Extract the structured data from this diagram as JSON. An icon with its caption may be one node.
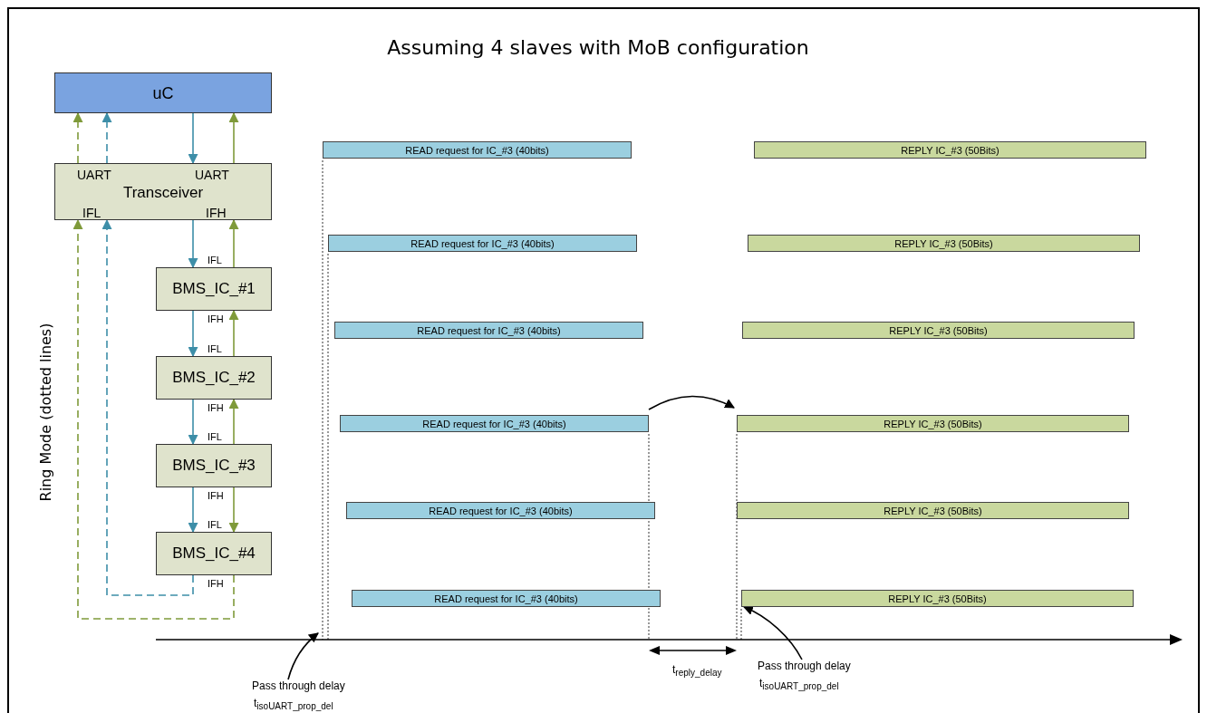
{
  "diagram": {
    "title": "Assuming 4 slaves with MoB configuration",
    "nodes": [
      {
        "text": [
          "uC"
        ]
      },
      {
        "text": [
          "UART",
          "UART",
          "Transceiver",
          "IFL",
          "IFH"
        ]
      },
      {
        "text": [
          "BMS_IC_#1"
        ],
        "beside": [
          "IFL",
          "IFH"
        ]
      },
      {
        "text": [
          "BMS_IC_#2"
        ],
        "beside": [
          "IFL",
          "IFH"
        ]
      },
      {
        "text": [
          "BMS_IC_#3"
        ],
        "beside": [
          "IFL",
          "IFH"
        ]
      },
      {
        "text": [
          "BMS_IC_#4"
        ],
        "beside": [
          "IFL",
          "IFH"
        ]
      },
      {
        "text": [
          "READ request for IC_#3 (40bits)"
        ]
      },
      {
        "text": [
          "READ request for IC_#3 (40bits)"
        ]
      },
      {
        "text": [
          "READ request for IC_#3 (40bits)"
        ]
      },
      {
        "text": [
          "READ request for IC_#3 (40bits)"
        ]
      },
      {
        "text": [
          "READ request for IC_#3 (40bits)"
        ]
      },
      {
        "text": [
          "READ request for IC_#3 (40bits)"
        ]
      },
      {
        "text": [
          "REPLY IC_#3 (50Bits)"
        ]
      },
      {
        "text": [
          "REPLY IC_#3 (50Bits)"
        ]
      },
      {
        "text": [
          "REPLY IC_#3 (50Bits)"
        ]
      },
      {
        "text": [
          "REPLY IC_#3 (50Bits)"
        ]
      },
      {
        "text": [
          "REPLY IC_#3 (50Bits)"
        ]
      },
      {
        "text": [
          "REPLY IC_#3 (50Bits)"
        ]
      },
      {
        "text": [
          "Pass through delay",
          "t$_{isoUART_prop_del}$"
        ]
      },
      {
        "text": [
          "Pass through delay",
          "t$_{isoUART_prop_del}$"
        ]
      }
    ],
    "edges": [
      {
        "from": 0,
        "to": 1,
        "arrow": "to",
        "color": "#3d8ea8"
      },
      {
        "from": 1,
        "to": 0,
        "arrow": "to",
        "color": "#7f9a3a"
      },
      {
        "from": 1,
        "to": 0,
        "arrow": "to",
        "style": "dashed",
        "color": "#3d8ea8"
      },
      {
        "from": 1,
        "to": 0,
        "arrow": "to",
        "style": "dashed",
        "color": "#7f9a3a"
      },
      {
        "from": 1,
        "to": 2,
        "arrow": "to",
        "color": "#3d8ea8"
      },
      {
        "from": 2,
        "to": 1,
        "arrow": "to",
        "color": "#7f9a3a"
      },
      {
        "from": 2,
        "to": 3,
        "arrow": "to",
        "color": "#3d8ea8"
      },
      {
        "from": 3,
        "to": 2,
        "arrow": "to",
        "color": "#7f9a3a"
      },
      {
        "from": 3,
        "to": 4,
        "arrow": "to",
        "color": "#3d8ea8"
      },
      {
        "from": 4,
        "to": 3,
        "arrow": "to",
        "color": "#7f9a3a"
      },
      {
        "from": 4,
        "to": 5,
        "arrow": "to",
        "color": "#3d8ea8"
      },
      {
        "from": 4,
        "to": 5,
        "arrow": "to",
        "color": "#7f9a3a"
      },
      {
        "from": 5,
        "to": 1,
        "arrow": "to",
        "style": "dashed",
        "color": "#3d8ea8"
      },
      {
        "from": 5,
        "to": 1,
        "arrow": "to",
        "style": "dashed",
        "color": "#7f9a3a"
      },
      {
        "from": 9,
        "to": 15,
        "arrow": "to",
        "color": "#000000"
      },
      {
        "from": 18,
        "to": null,
        "arrow": "to",
        "color": "#000000"
      },
      {
        "from": 19,
        "to": 17,
        "arrow": "to",
        "color": "#000000"
      }
    ],
    "labels": [
      "Ring Mode (dotted lines)",
      "t$_{reply_delay}$"
    ]
  }
}
